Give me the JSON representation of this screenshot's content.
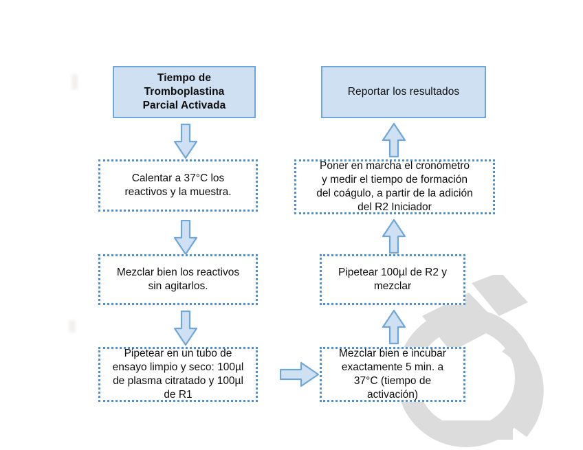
{
  "diagram": {
    "title": "Tiempo de Tromboplastina Parcial Activada",
    "language": "es",
    "accent_fill": "#cfe0f2",
    "accent_border": "#6ea6d9",
    "dotted_border": "#4e8fd0",
    "background": "#ffffff",
    "watermark_color": "#dcdcdc"
  },
  "nodes": {
    "start": {
      "text": "Tiempo de\nTromboplastina\nParcial Activada",
      "style": "solid-bold"
    },
    "step1": {
      "text": "Calentar a 37°C los\nreactivos y la muestra.",
      "style": "dotted"
    },
    "step2": {
      "text": "Mezclar bien los reactivos\nsin agitarlos.",
      "style": "dotted"
    },
    "step3": {
      "text": "Pipetear en un tubo de\nensayo limpio y seco: 100µl\nde plasma citratado y 100µl\nde R1",
      "style": "dotted"
    },
    "step4": {
      "text": "Mezclar bien e incubar\nexactamente 5 min. a\n37°C (tiempo de\nactivación)",
      "style": "dotted"
    },
    "step5": {
      "text": "Pipetear 100µl de R2 y\nmezclar",
      "style": "dotted"
    },
    "step6": {
      "text": "Poner en marcha el cronómetro\ny medir el tiempo de formación\ndel coágulo, a partir de la adición\ndel R2 Iniciador",
      "style": "dotted"
    },
    "end": {
      "text": "Reportar los resultados",
      "style": "solid-plain"
    }
  },
  "connectors": {
    "start_to_step1": "down-arrow",
    "step1_to_step2": "down-arrow",
    "step2_to_step3": "down-arrow",
    "step3_to_step4": "right-arrow",
    "step4_to_step5": "up-arrow",
    "step5_to_step6": "up-arrow",
    "step6_to_end": "up-arrow"
  }
}
